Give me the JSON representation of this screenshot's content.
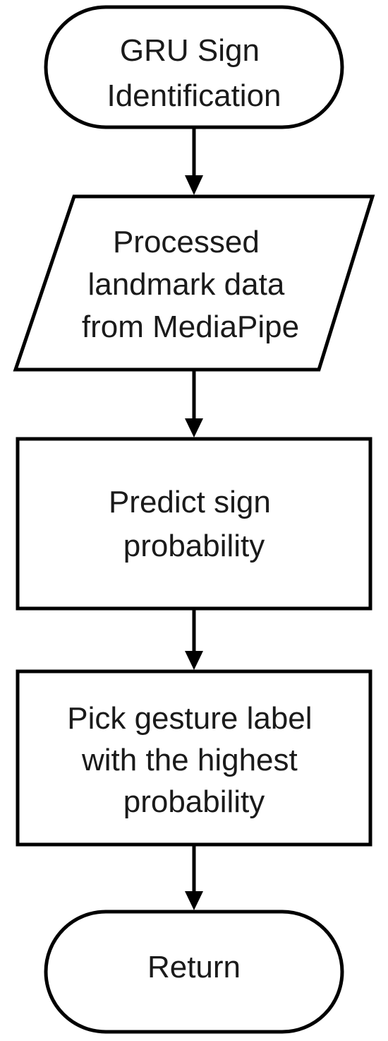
{
  "diagram": {
    "nodes": [
      {
        "id": "start",
        "shape": "terminal",
        "lines": [
          "GRU Sign",
          "Identification"
        ]
      },
      {
        "id": "input",
        "shape": "parallelogram",
        "lines": [
          "Processed",
          "landmark data",
          "from MediaPipe"
        ]
      },
      {
        "id": "predict",
        "shape": "process",
        "lines": [
          "Predict sign",
          "probability"
        ]
      },
      {
        "id": "pick",
        "shape": "process",
        "lines": [
          "Pick gesture label",
          "with the highest",
          "probability"
        ]
      },
      {
        "id": "end",
        "shape": "terminal",
        "lines": [
          "Return"
        ]
      }
    ],
    "edges": [
      {
        "from": "start",
        "to": "input"
      },
      {
        "from": "input",
        "to": "predict"
      },
      {
        "from": "predict",
        "to": "pick"
      },
      {
        "from": "pick",
        "to": "end"
      }
    ]
  }
}
